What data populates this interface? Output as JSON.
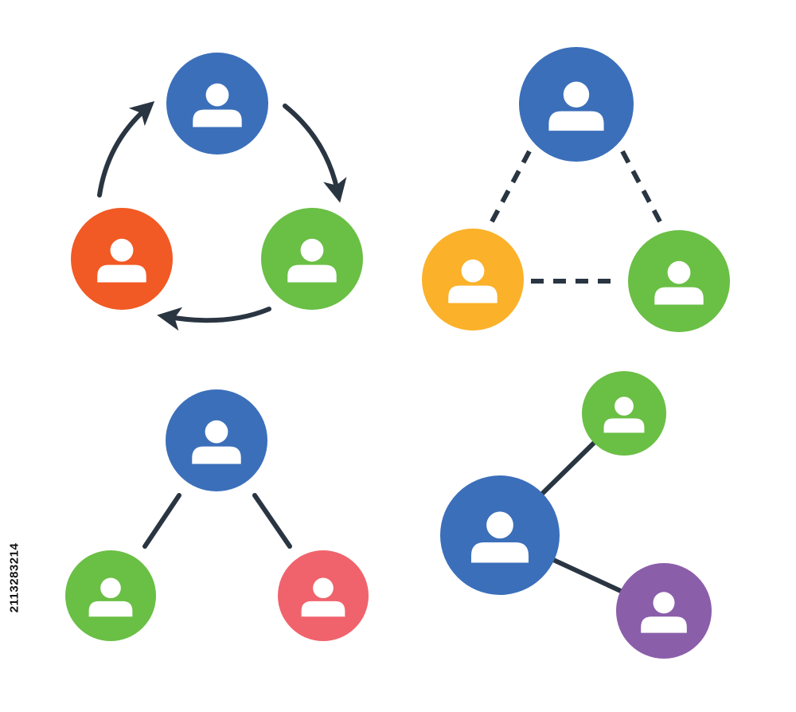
{
  "colors": {
    "background": "#ffffff",
    "ink": "#2a3542",
    "blue": "#3b6fba",
    "red_orange": "#f15a24",
    "green": "#6abf45",
    "yellow": "#fbb12a",
    "pink": "#f0636c",
    "purple": "#8b5eaa",
    "icon_fill": "#ffffff"
  },
  "icon_name": "user-icon",
  "diagrams": [
    {
      "name": "cycle",
      "nodes": [
        "blue",
        "green",
        "red_orange"
      ],
      "connectors": "curved-arrows"
    },
    {
      "name": "triangle",
      "nodes": [
        "blue",
        "yellow",
        "green"
      ],
      "connectors": "dashed-lines"
    },
    {
      "name": "hierarchy",
      "nodes": [
        "blue",
        "green",
        "pink"
      ],
      "connectors": "solid-lines"
    },
    {
      "name": "share",
      "nodes": [
        "blue",
        "green",
        "purple"
      ],
      "connectors": "solid-lines"
    }
  ],
  "stock_id": "2113283214"
}
